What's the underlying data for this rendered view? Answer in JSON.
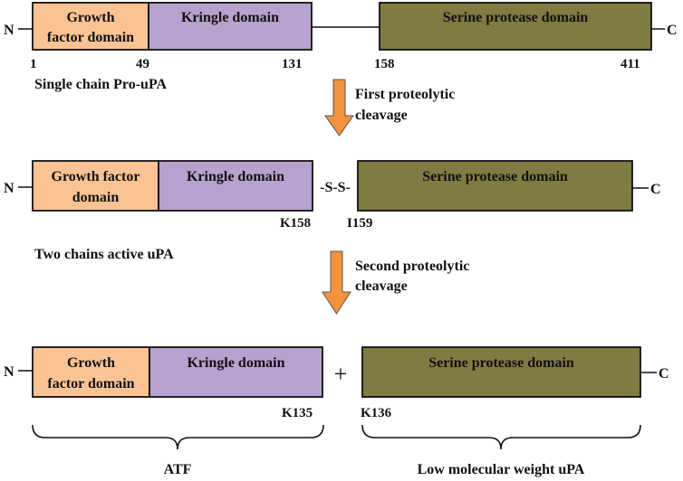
{
  "colors": {
    "growth": "#fbc393",
    "kringle": "#b7a2cf",
    "serine": "#807a43",
    "arrow": "#f5923e",
    "arrow_stroke": "#555555",
    "text": "#111111"
  },
  "terminals": {
    "n": "N",
    "c": "C"
  },
  "row1": {
    "growth_line1": "Growth",
    "growth_line2": "factor domain",
    "kringle": "Kringle domain",
    "serine": "Serine protease domain",
    "pos": [
      "1",
      "49",
      "131",
      "158",
      "411"
    ],
    "caption": "Single chain Pro-uPA"
  },
  "arrow1": {
    "line1": "First proteolytic",
    "line2": "cleavage"
  },
  "row2": {
    "growth_line1": "Growth factor",
    "growth_line2": "domain",
    "kringle": "Kringle domain",
    "bond": "-S-S-",
    "serine": "Serine protease domain",
    "site_left": "K158",
    "site_right": "I159",
    "caption": "Two chains active uPA"
  },
  "arrow2": {
    "line1": "Second proteolytic",
    "line2": "cleavage"
  },
  "row3": {
    "growth_line1": "Growth",
    "growth_line2": "factor domain",
    "kringle": "Kringle domain",
    "plus": "+",
    "serine": "Serine protease domain",
    "site_left": "K135",
    "site_right": "K136",
    "group_left": "ATF",
    "group_right": "Low molecular weight uPA"
  }
}
